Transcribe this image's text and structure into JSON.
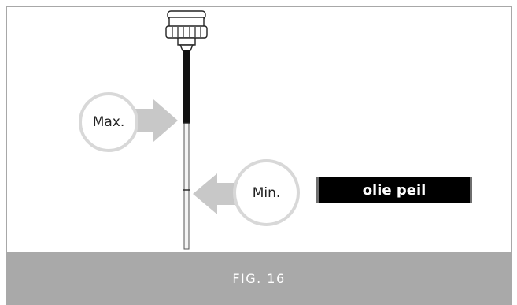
{
  "labels": {
    "max": "Max.",
    "min": "Min.",
    "oil_level": "olie peil"
  },
  "figure": {
    "caption": "FIG. 16"
  },
  "colors": {
    "arrow": "#c8c8c8",
    "callout_ring": "#d8d8d8",
    "footer_bar": "#a9a9a9",
    "frame_border": "#a8a8a8",
    "label_background": "#000000"
  },
  "icons": {
    "dipstick": "dipstick-icon",
    "arrow_max": "arrow-right-icon",
    "arrow_min": "arrow-left-icon"
  }
}
